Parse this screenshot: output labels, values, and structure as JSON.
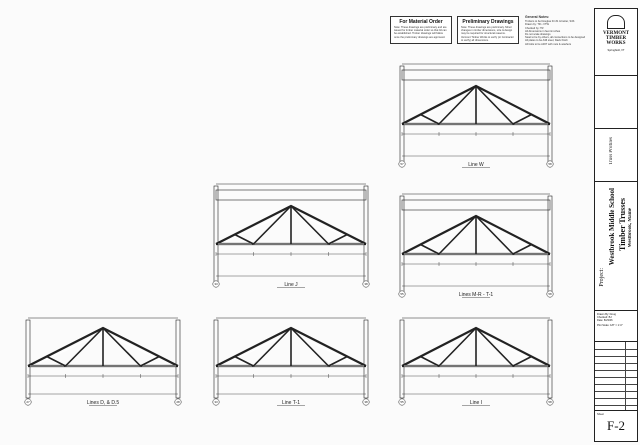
{
  "notes": {
    "material_order": {
      "title": "For Material Order",
      "body": "Note: These drawings are preliminary and are issued for timber material order so that lid can be established. Timber drawings will follow once the preliminary drawings are approved."
    },
    "preliminary": {
      "title": "Preliminary Drawings",
      "body": "Note: These drawings are preliminary. Minor changes in timber dimensions, size & design may be required for structural reasons. Vermont Timber Works to verify (or Contractor to verify) all dimensions."
    },
    "general": {
      "title": "General Notes:",
      "lines": [
        "Timbers to be Douglas Fir #1 & better, S4S",
        "Drawn by: TR • VTW",
        "Checked by: TR",
        "All dimensions in feet & inches",
        "Do not scale drawings",
        "Steel to be by others, all connections to be designed",
        "All plates to be A36 steel, black finish",
        "All bolts to be A307 with nuts & washers"
      ]
    }
  },
  "trusses": [
    {
      "label": "Line W",
      "left_grid": "57",
      "right_grid": "58"
    },
    {
      "label": "Line J",
      "left_grid": "33",
      "right_grid": "38"
    },
    {
      "label": "Lines M-R - T-1",
      "left_grid": "55",
      "right_grid": "58"
    },
    {
      "label": "Lines D, & D.5",
      "left_grid": "27",
      "right_grid": "28"
    },
    {
      "label": "Line T-1",
      "left_grid": "33",
      "right_grid": "38"
    },
    {
      "label": "Line I",
      "left_grid": "55",
      "right_grid": "58"
    }
  ],
  "title_block": {
    "logo_line1": "VERMONT",
    "logo_line2": "TIMBER",
    "logo_line3": "WORKS",
    "address": "Springfield, VT",
    "section_label": "Truss Profiles",
    "project_label": "Project:",
    "project_name": "Westbrook Middle School",
    "project_subtitle": "Timber Trusses",
    "project_location": "Westbrook, Maine",
    "drawn_by": "Drawn By: Doug",
    "checked": "Checked: BJ",
    "date": "Date: 8/23/06",
    "scale": "Plot Scale: 1/8\" = 1'-0\"",
    "sheet_label": "Sheet",
    "sheet_number": "F-2"
  }
}
